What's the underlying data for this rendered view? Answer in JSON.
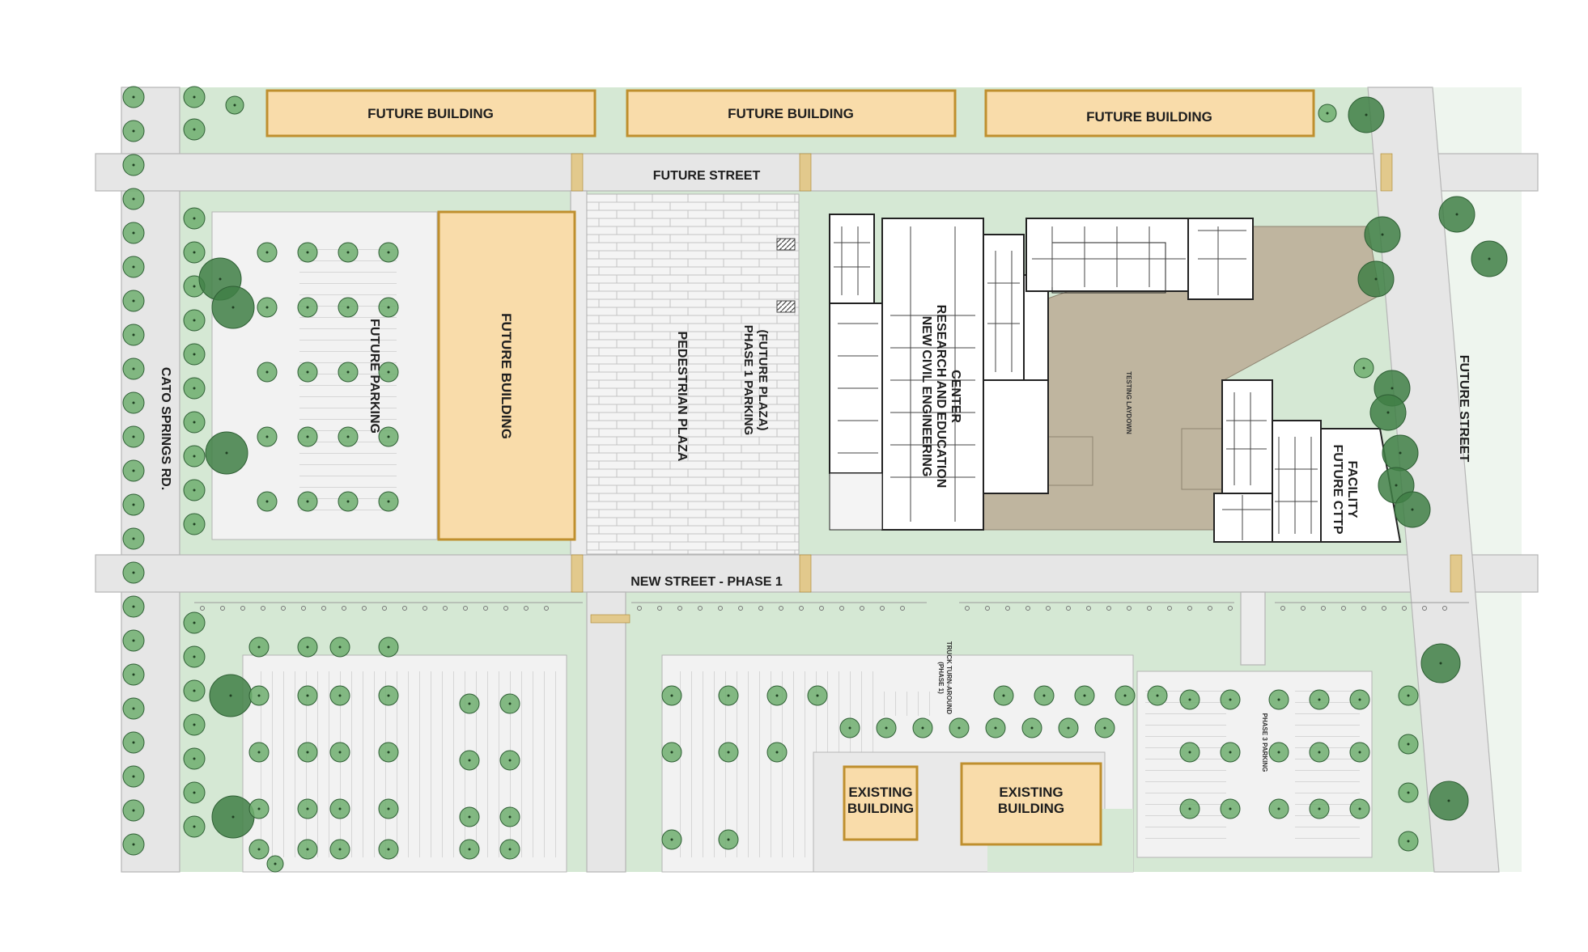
{
  "colors": {
    "lawn": "#d5e8d4",
    "road": "#e5e5e5",
    "paving": "#f3f3f3",
    "building_fill": "#f9dcaa",
    "building_stroke": "#bf8f2e",
    "tree": "#6fae6f",
    "tree_dark": "#3f7f45",
    "laydown": "#bfb59f",
    "plan_line": "#222222"
  },
  "streets": {
    "future_street_top": "FUTURE STREET",
    "future_street_east": "FUTURE STREET",
    "new_street": "NEW STREET - PHASE 1",
    "cato_springs": "CATO SPRINGS RD."
  },
  "buildings": {
    "future_1": "FUTURE BUILDING",
    "future_2": "FUTURE BUILDING",
    "future_3": "FUTURE BUILDING",
    "future_tall": "FUTURE BUILDING",
    "existing_small_line1": "EXISTING",
    "existing_small_line2": "BUILDING",
    "existing_large_line1": "EXISTING",
    "existing_large_line2": "BUILDING"
  },
  "areas": {
    "future_parking": "FUTURE PARKING",
    "pedestrian_plaza": "PEDESTRIAN PLAZA",
    "phase1_parking_line1": "PHASE 1 PARKING",
    "phase1_parking_line2": "(FUTURE PLAZA)",
    "testing_laydown": "TESTING LAYDOWN",
    "truck_turnaround_line1": "TRUCK TURN-AROUND",
    "truck_turnaround_line2": "(PHASE 1)",
    "phase3_parking": "PHASE 3 PARKING"
  },
  "facilities": {
    "civil_center_line1": "NEW CIVIL ENGINEERING",
    "civil_center_line2": "RESEARCH AND EDUCATION",
    "civil_center_line3": "CENTER",
    "cttp_line1": "FUTURE CTTP",
    "cttp_line2": "FACILITY"
  }
}
